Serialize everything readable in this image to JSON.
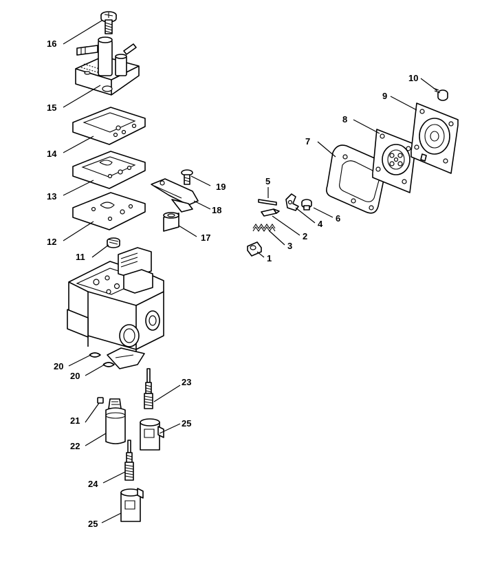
{
  "labels": {
    "p1": "1",
    "p2": "2",
    "p3": "3",
    "p4": "4",
    "p5": "5",
    "p6": "6",
    "p7": "7",
    "p8": "8",
    "p9": "9",
    "p10": "10",
    "p11": "11",
    "p12": "12",
    "p13": "13",
    "p14": "14",
    "p15": "15",
    "p16": "16",
    "p17": "17",
    "p18": "18",
    "p19": "19",
    "p20a": "20",
    "p20b": "20",
    "p21": "21",
    "p22": "22",
    "p23": "23",
    "p24": "24",
    "p25a": "25",
    "p25b": "25"
  }
}
